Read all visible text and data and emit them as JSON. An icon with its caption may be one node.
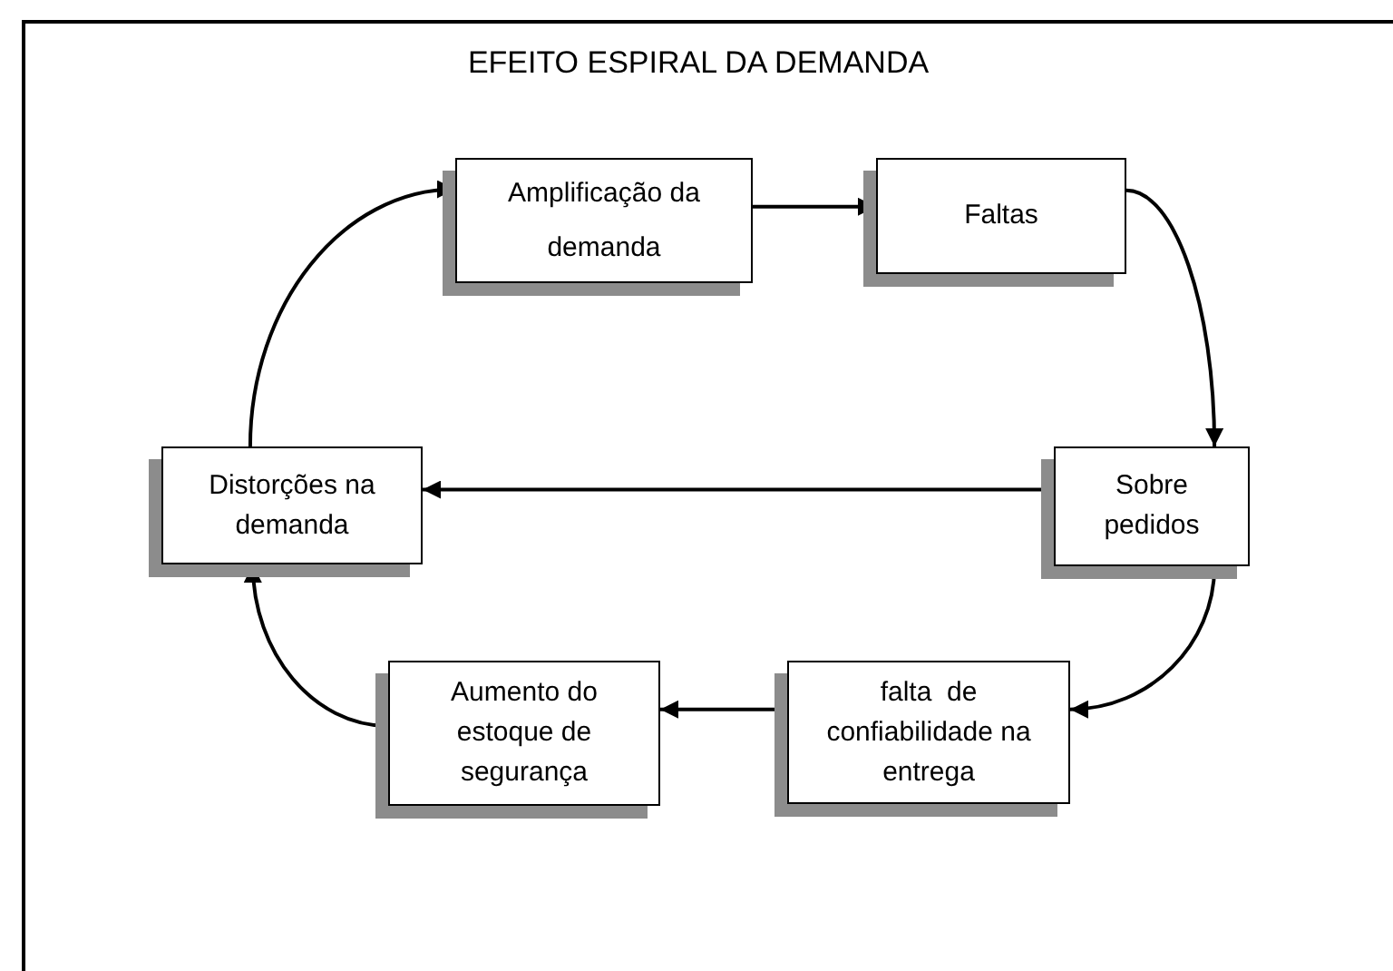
{
  "diagram": {
    "title": "EFEITO ESPIRAL DA DEMANDA",
    "nodes": [
      {
        "text": [
          "Amplificação da demanda"
        ]
      },
      {
        "text": [
          "Faltas"
        ]
      },
      {
        "text": [
          "Sobre pedidos"
        ]
      },
      {
        "text": [
          "Distorções na demanda"
        ]
      },
      {
        "text": [
          "falta  de confiabilidade na entrega"
        ]
      },
      {
        "text": [
          "Aumento do estoque de segurança"
        ]
      }
    ],
    "edges": [
      {
        "from": 0,
        "to": 1,
        "arrow": "to"
      },
      {
        "from": 1,
        "to": 2,
        "arrow": "to"
      },
      {
        "from": 2,
        "to": 3,
        "arrow": "to"
      },
      {
        "from": 2,
        "to": 4,
        "arrow": "to"
      },
      {
        "from": 4,
        "to": 5,
        "arrow": "to"
      },
      {
        "from": 5,
        "to": 3,
        "arrow": "to"
      },
      {
        "from": 3,
        "to": 0,
        "arrow": "to"
      }
    ]
  }
}
